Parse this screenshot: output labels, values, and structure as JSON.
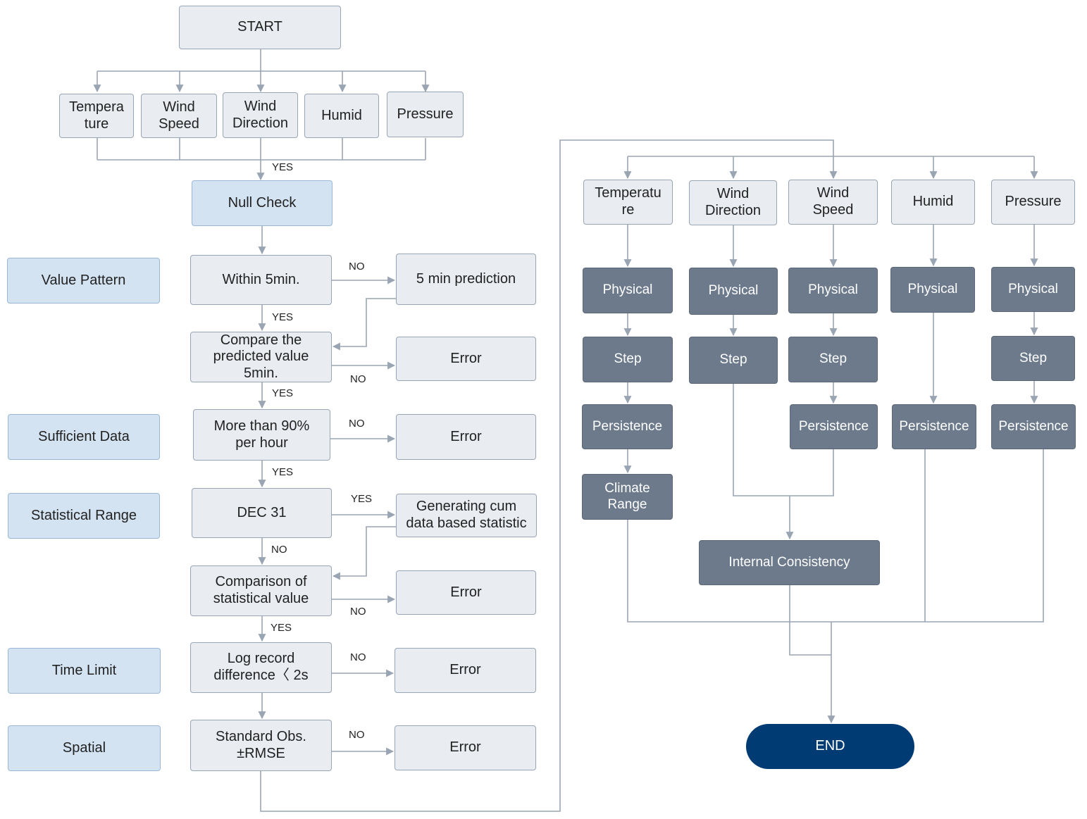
{
  "boxes": {
    "start": "START",
    "l_temp": "Tempera\nture",
    "l_wspeed": "Wind\nSpeed",
    "l_wdir": "Wind\nDirection",
    "l_humid": "Humid",
    "l_press": "Pressure",
    "null_check": "Null Check",
    "value_pattern": "Value Pattern",
    "within5": "Within 5min.",
    "pred5": "5 min prediction",
    "compare_pred": "Compare the\npredicted value\n5min.",
    "err1": "Error",
    "sufficient": "Sufficient Data",
    "more90": "More than 90%\nper hour",
    "err2": "Error",
    "stat_range": "Statistical Range",
    "dec31": "DEC 31",
    "gen_cum": "Generating cum\ndata based statistic",
    "compare_stat": "Comparison of\nstatistical value",
    "err3": "Error",
    "time_limit": "Time Limit",
    "log_record": "Log record\ndifference〈 2s",
    "err4": "Error",
    "spatial": "Spatial",
    "std_obs": "Standard Obs.\n±RMSE",
    "err5": "Error",
    "r_temp": "Temperatu\nre",
    "r_wdir": "Wind\nDirection",
    "r_wspeed": "Wind\nSpeed",
    "r_humid": "Humid",
    "r_press": "Pressure",
    "phys_temp": "Physical",
    "phys_wdir": "Physical",
    "phys_wspeed": "Physical",
    "phys_humid": "Physical",
    "phys_press": "Physical",
    "step_temp": "Step",
    "step_wdir": "Step",
    "step_wspeed": "Step",
    "step_press": "Step",
    "pers_temp": "Persistence",
    "pers_wspeed": "Persistence",
    "pers_humid": "Persistence",
    "pers_press": "Persistence",
    "climate": "Climate\nRange",
    "internal": "Internal Consistency",
    "end": "END"
  },
  "edge_labels": {
    "yes_null": "YES",
    "no_within": "NO",
    "yes_within": "YES",
    "no_compare": "NO",
    "yes_compare": "YES",
    "no_more": "NO",
    "yes_more": "YES",
    "yes_dec": "YES",
    "no_dec": "NO",
    "no_stat": "NO",
    "yes_stat": "YES",
    "no_log": "NO",
    "no_std": "NO"
  },
  "colors": {
    "light_box": "#e9ecf1",
    "category_box": "#d3e3f2",
    "check_box": "#6c7a8c",
    "end_node": "#003c73",
    "connector": "#9aa5b3"
  }
}
